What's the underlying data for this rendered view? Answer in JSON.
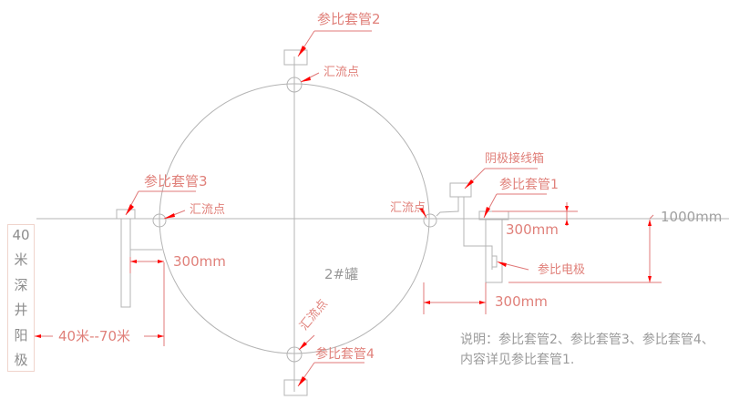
{
  "drawing": {
    "tank_label": "2#罐",
    "labels": {
      "ref_sleeve_2": "参比套管2",
      "ref_sleeve_3": "参比套管3",
      "ref_sleeve_4": "参比套管4",
      "ref_sleeve_1": "参比套管1",
      "junction_top": "汇流点",
      "junction_left": "汇流点",
      "junction_right": "汇流点",
      "junction_bottom": "汇流点",
      "cathode_box": "阴极接线箱",
      "ref_electrode": "参比电极"
    },
    "dimensions": {
      "left_300": "300mm",
      "right_300_vertical": "300mm",
      "right_300_horizontal": "300mm",
      "depth_1000": "1000mm",
      "distance": "40米--70米"
    },
    "anode_box": {
      "chars": [
        "40",
        "米",
        "深",
        "井",
        "阳",
        "极"
      ]
    },
    "note": {
      "line1": "说明：参比套管2、参比套管3、参比套管4、",
      "line2": "内容详见参比套管1."
    },
    "colors": {
      "line": "#b4b4b4",
      "dim": "#e07878",
      "arrow": "#ff0000",
      "text_red": "#e0807a",
      "text_gray": "#8c8c8c"
    }
  }
}
